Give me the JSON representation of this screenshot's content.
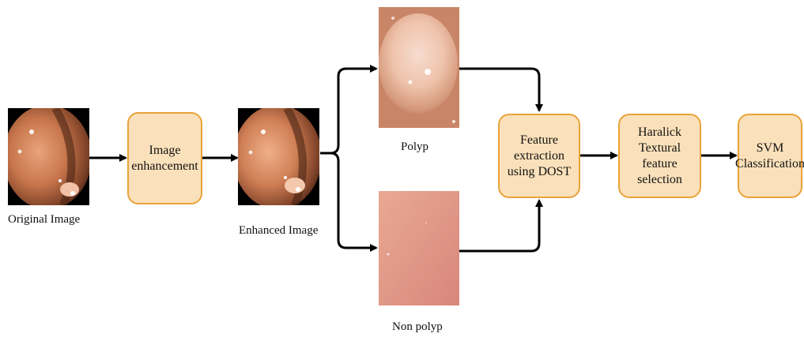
{
  "images": {
    "original": {
      "caption": "Original Image"
    },
    "enhanced": {
      "caption": "Enhanced Image"
    },
    "polyp": {
      "caption": "Polyp"
    },
    "non_polyp": {
      "caption": "Non polyp"
    }
  },
  "steps": {
    "enhancement": "Image\nenhancement",
    "feature_extraction": "Feature\nextraction\nusing DOST",
    "feature_selection": "Haralick\nTextural feature\nselection",
    "classification": "SVM\nClassification"
  },
  "colors": {
    "box_fill": "#fbe1bb",
    "box_border": "#e9a33a",
    "arrow": "#000000"
  }
}
